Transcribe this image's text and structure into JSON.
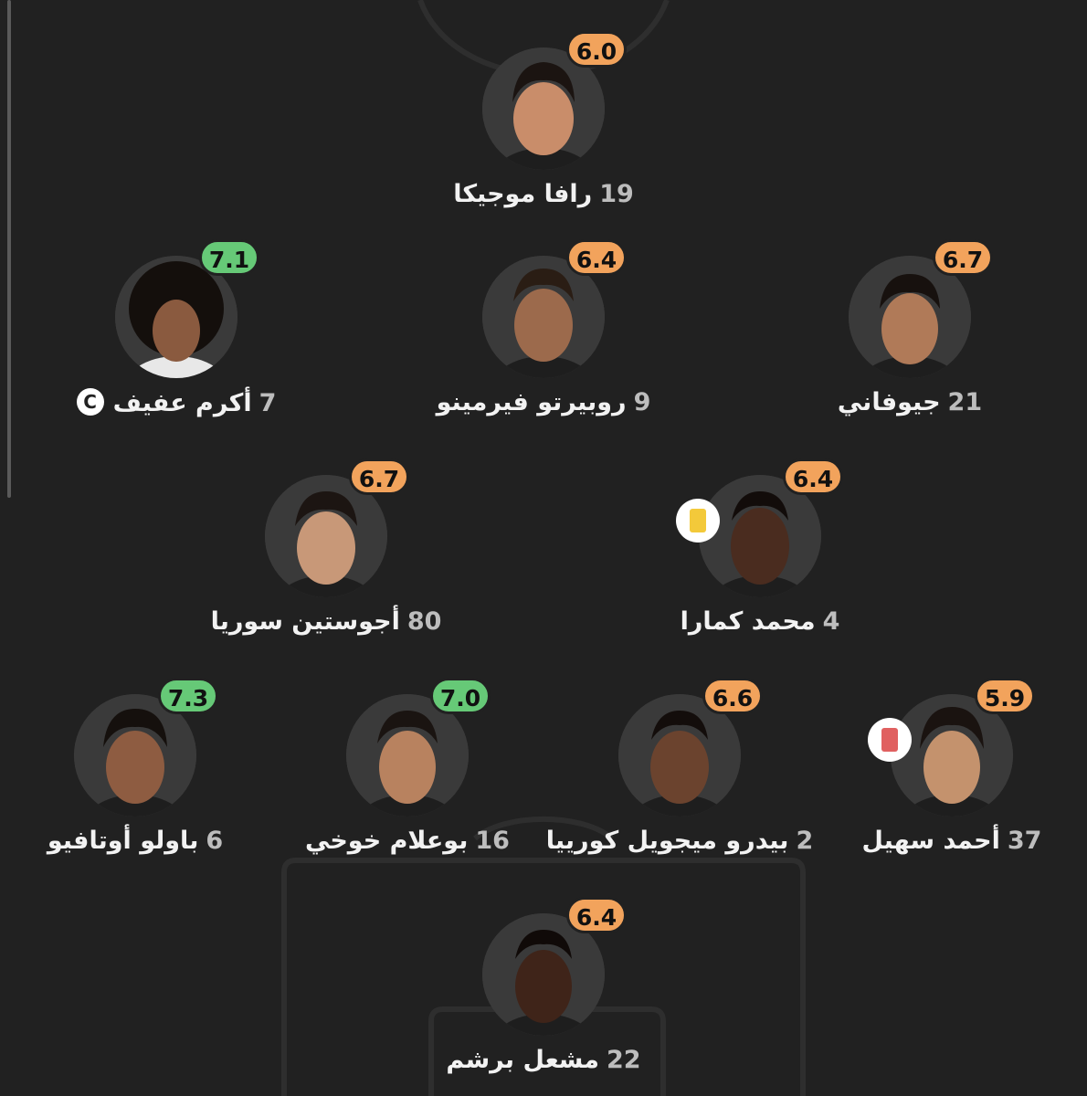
{
  "rating_colors": {
    "orange": "#f2a35c",
    "green": "#66c977"
  },
  "players": [
    {
      "id": "forward-rafa",
      "number": "19",
      "name": "رافا موجيكا",
      "rating": "6.0",
      "rating_color": "orange"
    },
    {
      "id": "mid-afif",
      "number": "7",
      "name": "أكرم عفيف",
      "rating": "7.1",
      "rating_color": "green",
      "captain": true,
      "captain_label": "C"
    },
    {
      "id": "mid-firmino",
      "number": "9",
      "name": "روبيرتو فيرمينو",
      "rating": "6.4",
      "rating_color": "orange"
    },
    {
      "id": "mid-giovanni",
      "number": "21",
      "name": "جيوفاني",
      "rating": "6.7",
      "rating_color": "orange"
    },
    {
      "id": "dm-soria",
      "number": "80",
      "name": "أجوستين سوريا",
      "rating": "6.7",
      "rating_color": "orange"
    },
    {
      "id": "dm-camara",
      "number": "4",
      "name": "محمد كمارا",
      "rating": "6.4",
      "rating_color": "orange",
      "card": "yellow"
    },
    {
      "id": "def-otavio",
      "number": "6",
      "name": "باولو أوتافيو",
      "rating": "7.3",
      "rating_color": "green"
    },
    {
      "id": "def-khoukhi",
      "number": "16",
      "name": "بوعلام خوخي",
      "rating": "7.0",
      "rating_color": "green"
    },
    {
      "id": "def-correia",
      "number": "2",
      "name": "بيدرو ميجويل كورييا",
      "rating": "6.6",
      "rating_color": "orange"
    },
    {
      "id": "def-suhail",
      "number": "37",
      "name": "أحمد سهيل",
      "rating": "5.9",
      "rating_color": "orange",
      "card": "red"
    },
    {
      "id": "gk-barsham",
      "number": "22",
      "name": "مشعل برشم",
      "rating": "6.4",
      "rating_color": "orange"
    }
  ]
}
